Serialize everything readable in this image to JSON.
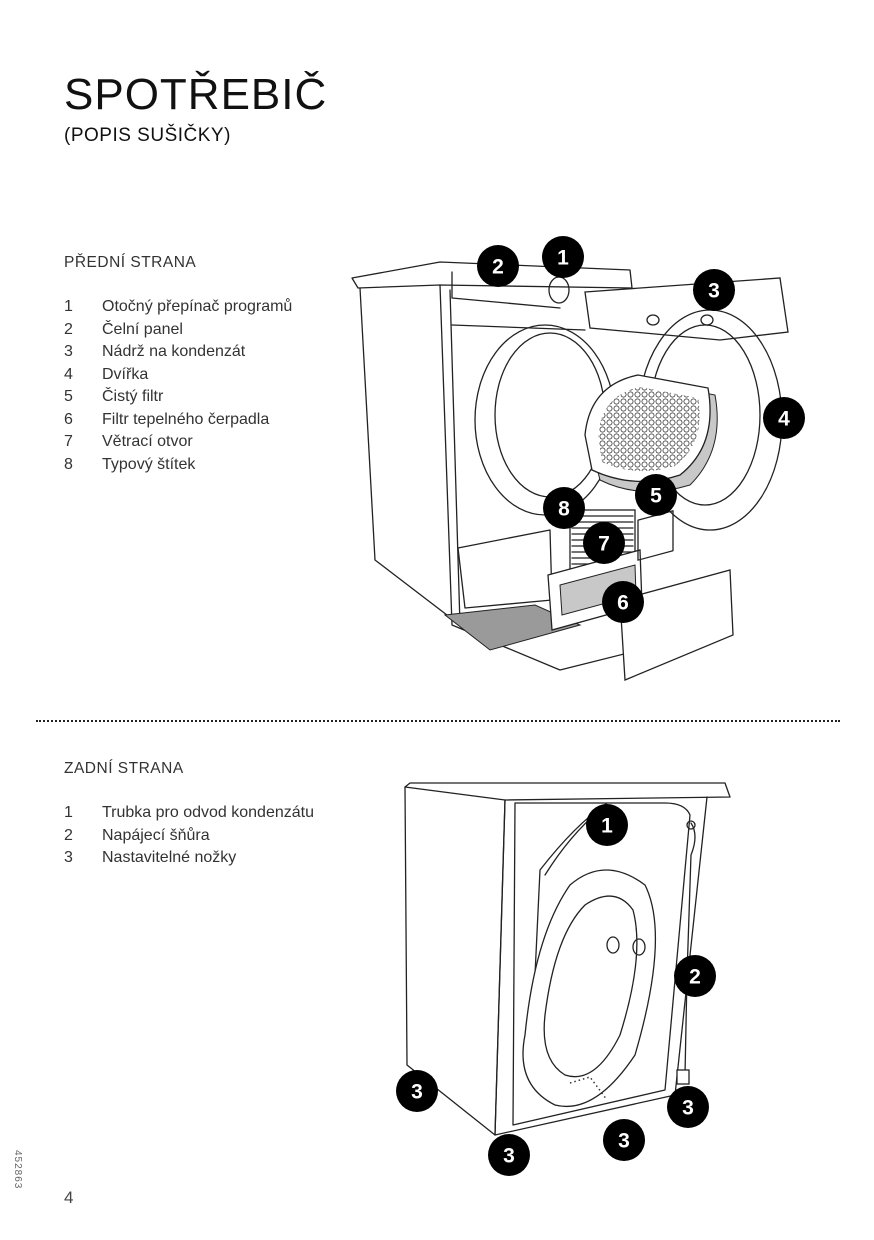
{
  "header": {
    "title": "SPOTŘEBIČ",
    "subtitle": "(POPIS SUŠIČKY)"
  },
  "front": {
    "heading": "PŘEDNÍ STRANA",
    "items": [
      {
        "num": "1",
        "label": "Otočný přepínač programů"
      },
      {
        "num": "2",
        "label": "Čelní panel"
      },
      {
        "num": "3",
        "label": "Nádrž na kondenzát"
      },
      {
        "num": "4",
        "label": "Dvířka"
      },
      {
        "num": "5",
        "label": "Čistý filtr"
      },
      {
        "num": "6",
        "label": "Filtr tepelného čerpadla"
      },
      {
        "num": "7",
        "label": "Větrací otvor"
      },
      {
        "num": "8",
        "label": "Typový štítek"
      }
    ],
    "callouts": [
      "1",
      "2",
      "3",
      "4",
      "5",
      "6",
      "7",
      "8"
    ]
  },
  "back": {
    "heading": "ZADNÍ STRANA",
    "items": [
      {
        "num": "1",
        "label": "Trubka pro odvod kondenzátu"
      },
      {
        "num": "2",
        "label": "Napájecí šňůra"
      },
      {
        "num": "3",
        "label": "Nastavitelné nožky"
      }
    ],
    "callouts": [
      "1",
      "2",
      "3",
      "3",
      "3",
      "3"
    ]
  },
  "footer": {
    "page_number": "4",
    "doc_code": "452863"
  }
}
